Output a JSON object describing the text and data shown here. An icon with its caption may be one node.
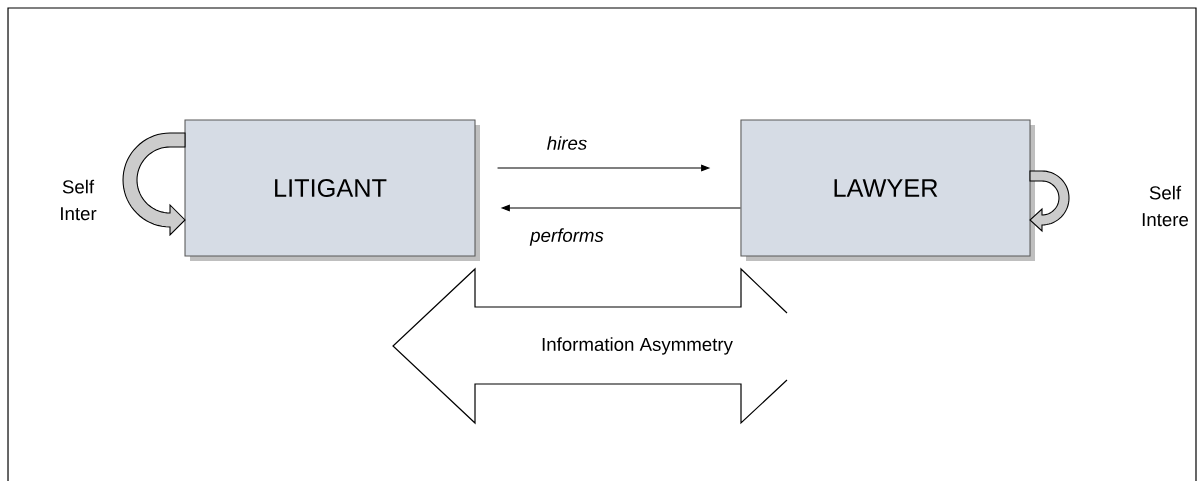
{
  "diagram": {
    "nodes": [
      {
        "text": [
          "LITIGANT"
        ]
      },
      {
        "text": [
          "LAWYER"
        ]
      },
      {
        "text": [
          "Information Asymmetry"
        ]
      }
    ],
    "edges": [
      {
        "from": 0,
        "to": 1,
        "arrow": "to",
        "label": "hires"
      },
      {
        "from": 1,
        "to": 0,
        "arrow": "to",
        "label": "performs"
      }
    ],
    "labels": [
      "Self Inter",
      "Self Intere"
    ]
  }
}
